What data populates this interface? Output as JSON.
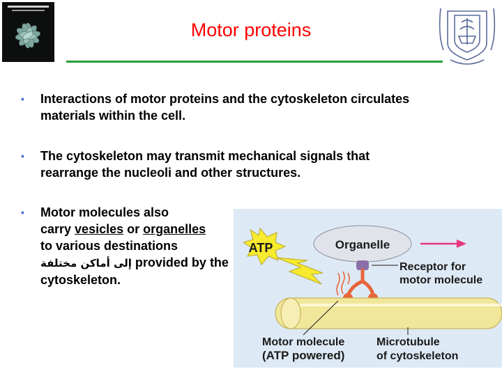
{
  "title": "Motor proteins",
  "bullets": [
    {
      "text": "Interactions of motor proteins and the cytoskeleton circulates materials within the cell."
    },
    {
      "text": "The cytoskeleton may transmit mechanical signals that rearrange the nucleoli and other structures."
    },
    {
      "line1": "Motor molecules also",
      "line2_pre": "carry ",
      "vesicles": "vesicles",
      "line2_mid": " or ",
      "organelles": "organelles",
      "line3": "to various destinations",
      "arabic": "إلى أماكن مختلفة",
      "line4_post": " provided by the",
      "line5": "cytoskeleton."
    }
  ],
  "figure": {
    "atp": "ATP",
    "organelle": "Organelle",
    "receptor_line1": "Receptor for",
    "receptor_line2": "motor molecule",
    "motor_line1": "Motor molecule",
    "motor_line2": "(ATP powered)",
    "micro_line1": "Microtubule",
    "micro_line2": "of cytoskeleton"
  },
  "colors": {
    "title": "#ff0000",
    "rule": "#2a9d3a",
    "bullet": "#4a6fd1",
    "figure_bg": "#dde9f4",
    "microtubule": "#f1e79a",
    "atp": "#f7ea2f",
    "arrow": "#e8357c",
    "receptor": "#e8643a"
  }
}
